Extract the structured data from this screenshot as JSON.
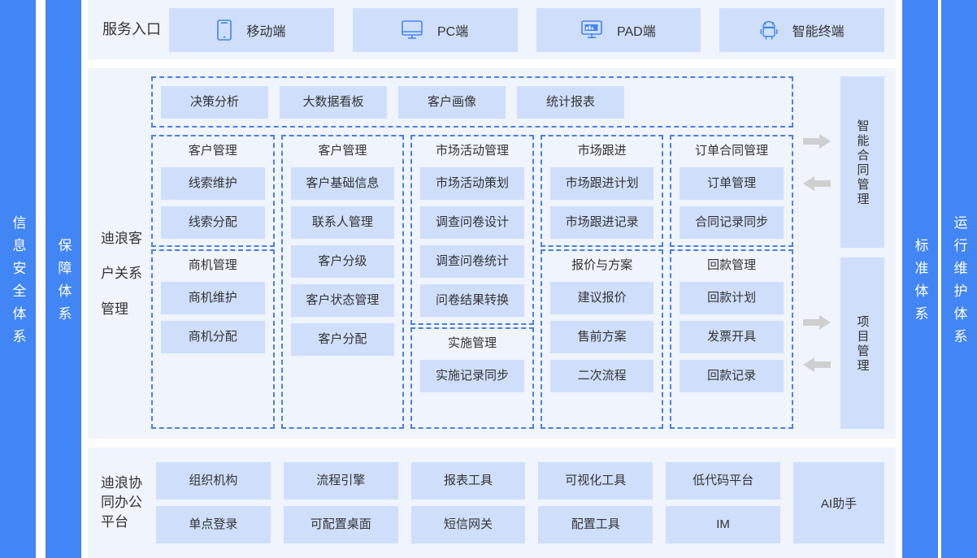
{
  "colors": {
    "sidebar_blue": "#4285f4",
    "panel_bg": "#eff4fd",
    "tile_bg": "#cfdffb",
    "dashed_border": "#4a80e8",
    "arrow_gray": "#cfcfcf",
    "text": "#333333"
  },
  "left_bars": [
    {
      "label": "信息安全体系"
    },
    {
      "label": "保障体系"
    }
  ],
  "right_bars": [
    {
      "label": "标准体系"
    },
    {
      "label": "运行维护体系"
    }
  ],
  "service_entry": {
    "label": "服务入口",
    "items": [
      {
        "label": "移动端",
        "icon": "mobile-phone-icon"
      },
      {
        "label": "PC端",
        "icon": "desktop-monitor-icon"
      },
      {
        "label": "PAD端",
        "icon": "pad-tablet-icon"
      },
      {
        "label": "智能终端",
        "icon": "android-robot-icon"
      }
    ]
  },
  "main": {
    "label": "迪浪客户关系管理",
    "analytics": {
      "items": [
        {
          "label": "决策分析"
        },
        {
          "label": "大数据看板"
        },
        {
          "label": "客户画像"
        },
        {
          "label": "统计报表"
        }
      ]
    },
    "columns": [
      {
        "groups": [
          {
            "title": "客户管理",
            "items": [
              {
                "label": "线索维护"
              },
              {
                "label": "线索分配"
              }
            ]
          },
          {
            "title": "商机管理",
            "items": [
              {
                "label": "商机维护"
              },
              {
                "label": "商机分配"
              }
            ]
          }
        ]
      },
      {
        "groups": [
          {
            "title": "客户管理",
            "items": [
              {
                "label": "客户基础信息"
              },
              {
                "label": "联系人管理"
              },
              {
                "label": "客户分级"
              },
              {
                "label": "客户状态管理"
              },
              {
                "label": "客户分配"
              }
            ]
          }
        ]
      },
      {
        "groups": [
          {
            "title": "市场活动管理",
            "items": [
              {
                "label": "市场活动策划"
              },
              {
                "label": "调查问卷设计"
              },
              {
                "label": "调查问卷统计"
              },
              {
                "label": "问卷结果转换"
              }
            ]
          },
          {
            "title": "实施管理",
            "items": [
              {
                "label": "实施记录同步"
              }
            ]
          }
        ]
      },
      {
        "groups": [
          {
            "title": "市场跟进",
            "items": [
              {
                "label": "市场跟进计划"
              },
              {
                "label": "市场跟进记录"
              }
            ]
          },
          {
            "title": "报价与方案",
            "items": [
              {
                "label": "建议报价"
              },
              {
                "label": "售前方案"
              },
              {
                "label": "二次流程"
              }
            ]
          }
        ]
      },
      {
        "groups": [
          {
            "title": "订单合同管理",
            "items": [
              {
                "label": "订单管理"
              },
              {
                "label": "合同记录同步"
              }
            ]
          },
          {
            "title": "回款管理",
            "items": [
              {
                "label": "回款计划"
              },
              {
                "label": "发票开具"
              },
              {
                "label": "回款记录"
              }
            ]
          }
        ]
      }
    ],
    "side_modules": [
      {
        "label": "智能合同管理",
        "arrows": [
          "arrow-right",
          "arrow-left"
        ]
      },
      {
        "label": "项目管理",
        "arrows": [
          "arrow-right",
          "arrow-left"
        ]
      }
    ]
  },
  "platform": {
    "label": "迪浪协同办公平台",
    "columns": [
      {
        "top": "组织机构",
        "bottom": "单点登录"
      },
      {
        "top": "流程引擎",
        "bottom": "可配置桌面"
      },
      {
        "top": "报表工具",
        "bottom": "短信网关"
      },
      {
        "top": "可视化工具",
        "bottom": "配置工具"
      },
      {
        "top": "低代码平台",
        "bottom": "IM"
      }
    ],
    "ai": {
      "label": "AI助手"
    }
  }
}
